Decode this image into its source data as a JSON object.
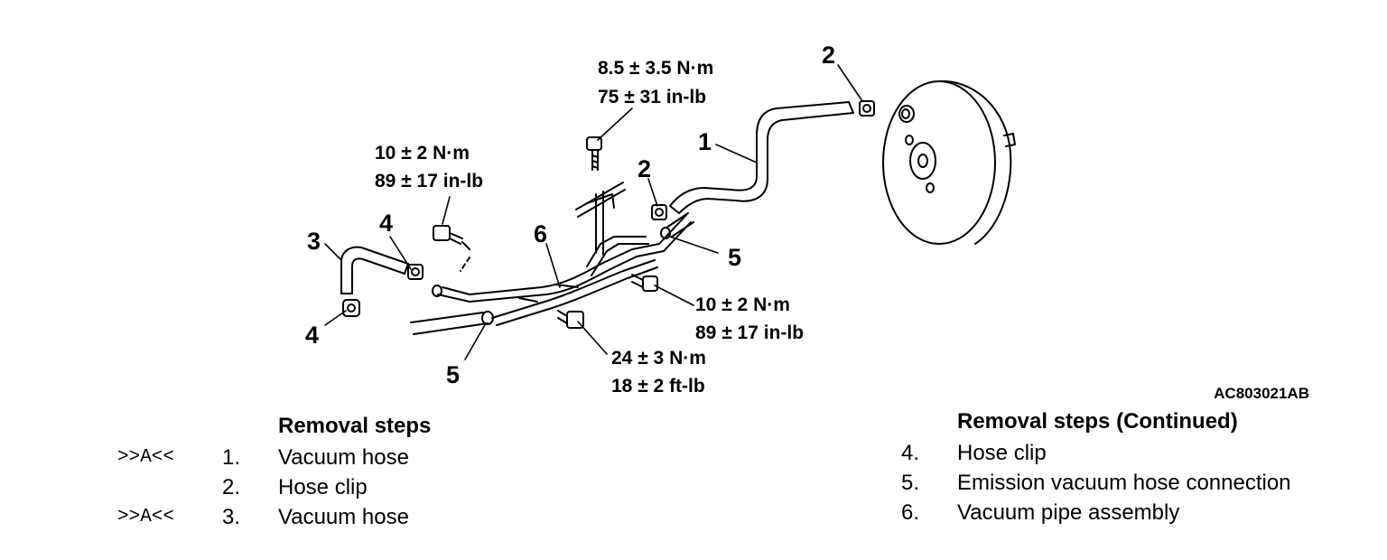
{
  "callouts": {
    "c1": "1",
    "c2a": "2",
    "c2b": "2",
    "c3": "3",
    "c4a": "4",
    "c4b": "4",
    "c5a": "5",
    "c5b": "5",
    "c6": "6"
  },
  "torques": {
    "t_top": [
      "8.5 ± 3.5 N·m",
      "75 ± 31 in-lb"
    ],
    "t_left": [
      "10 ± 2 N·m",
      "89 ± 17 in-lb"
    ],
    "t_right": [
      "10 ± 2 N·m",
      "89 ± 17 in-lb"
    ],
    "t_bottom": [
      "24 ± 3 N·m",
      "18 ± 2 ft-lb"
    ]
  },
  "figure_id": "AC803021AB",
  "removal_steps": {
    "title": "Removal steps",
    "items": [
      {
        "mark": ">>A<<",
        "num": "1.",
        "label": "Vacuum hose"
      },
      {
        "mark": "",
        "num": "2.",
        "label": "Hose clip"
      },
      {
        "mark": ">>A<<",
        "num": "3.",
        "label": "Vacuum hose"
      }
    ]
  },
  "removal_steps_continued": {
    "title": "Removal steps (Continued)",
    "items": [
      {
        "num": "4.",
        "label": "Hose clip"
      },
      {
        "num": "5.",
        "label": "Emission vacuum hose connection"
      },
      {
        "num": "6.",
        "label": "Vacuum pipe assembly"
      }
    ]
  }
}
